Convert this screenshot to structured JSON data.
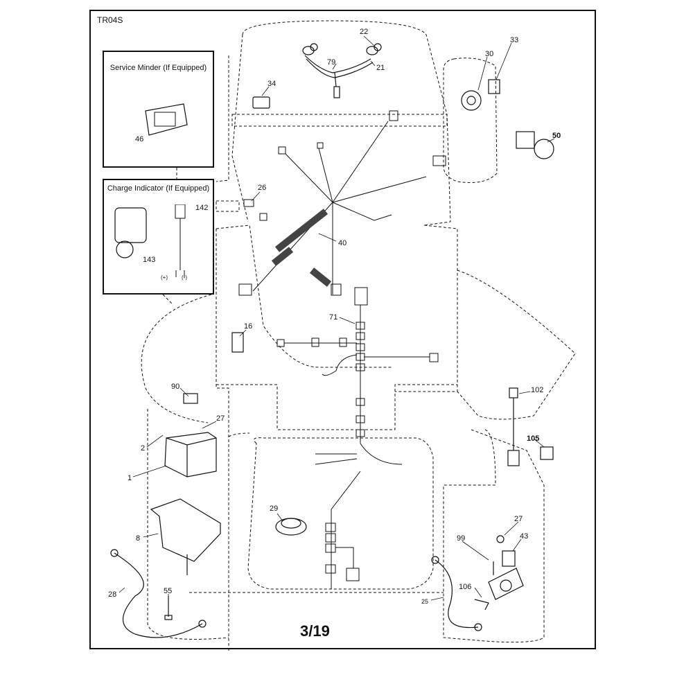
{
  "diagram_code": "TR04S",
  "page_number": "3/19",
  "insets": {
    "service_minder": {
      "title": "Service Minder (If Equipped)",
      "part": "46"
    },
    "charge_indicator": {
      "title": "Charge Indicator (If Equipped)",
      "parts": [
        "142",
        "143"
      ],
      "polarity_pos": "(+)",
      "polarity_neg": "(-)"
    }
  },
  "part_labels": {
    "p22": "22",
    "p79": "79",
    "p21": "21",
    "p34": "34",
    "p30": "30",
    "p33": "33",
    "p50": "50",
    "p26": "26",
    "p40": "40",
    "p16": "16",
    "p71": "71",
    "p90": "90",
    "p27a": "27",
    "p2": "2",
    "p1": "1",
    "p8": "8",
    "p28": "28",
    "p55": "55",
    "p29": "29",
    "p102": "102",
    "p105": "105",
    "p27b": "27",
    "p99": "99",
    "p43": "43",
    "p106": "106",
    "p25": "25"
  },
  "colors": {
    "line": "#111111",
    "background": "#ffffff"
  }
}
